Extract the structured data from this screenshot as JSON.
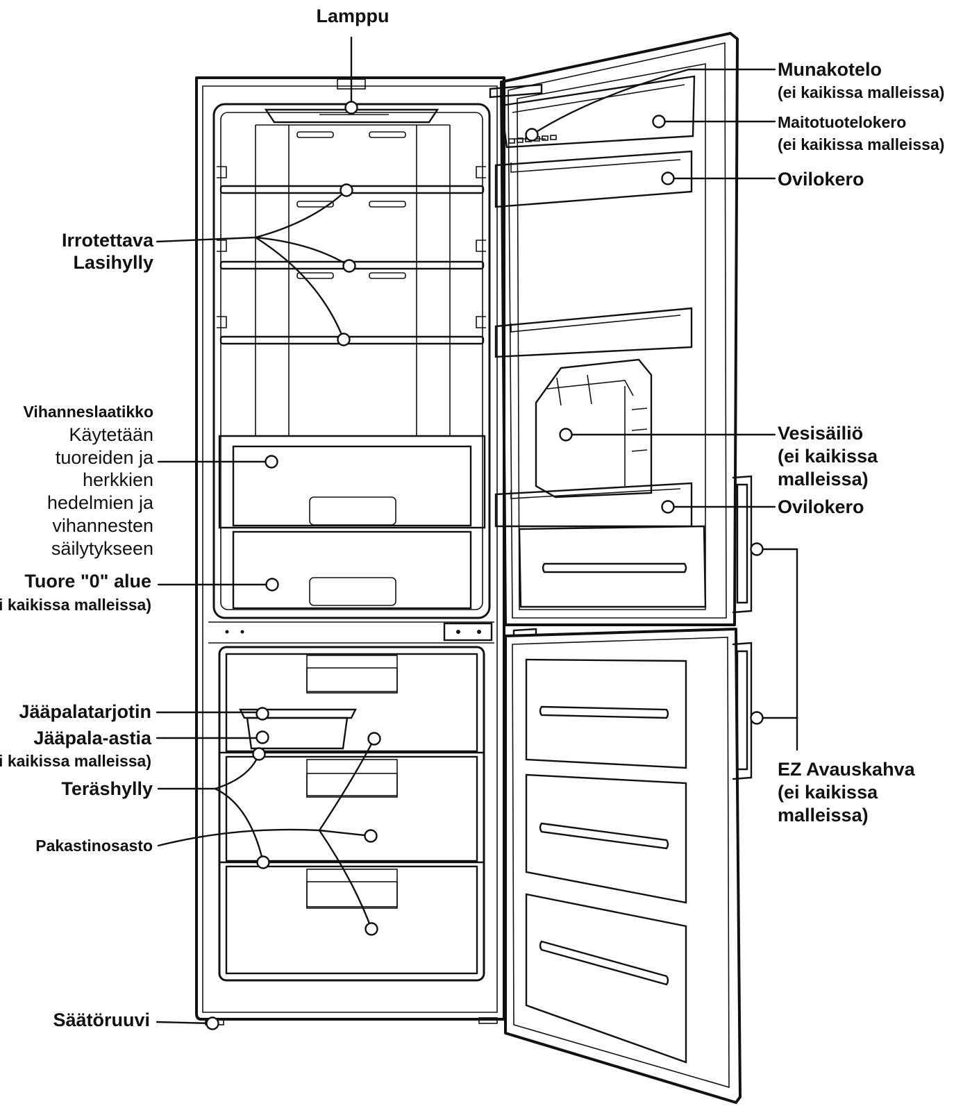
{
  "labels": {
    "lamp": "Lamppu",
    "egg_box": "Munakotelo",
    "egg_box_note": "(ei kaikissa malleissa)",
    "dairy_corner": "Maitotuotelokero",
    "dairy_corner_note": "(ei kaikissa malleissa)",
    "door_bin_1": "Ovilokero",
    "glass_shelf_1": "Irrotettava",
    "glass_shelf_2": "Lasihylly",
    "vegetable_box_title": "Vihanneslaatikko",
    "vegetable_box_desc": [
      "Käytetään",
      "tuoreiden ja",
      "herkkien",
      "hedelmien ja",
      "vihannesten",
      "säilytykseen"
    ],
    "water_tank": [
      "Vesisäiliö",
      "(ei kaikissa",
      "malleissa)"
    ],
    "door_bin_2": "Ovilokero",
    "fresh_zone": "Tuore \"0\" alue",
    "fresh_zone_note": "(ei kaikissa malleissa)",
    "ice_tray": "Jääpalatarjotin",
    "ice_bin": "Jääpala-astia",
    "ice_bin_note": "(ei kaikissa malleissa)",
    "steel_shelf": "Teräshylly",
    "freezer": "Pakastinosasto",
    "handle": [
      "EZ Avauskahva",
      "(ei kaikissa",
      "malleissa)"
    ],
    "leveling_screw": "Säätöruuvi"
  }
}
